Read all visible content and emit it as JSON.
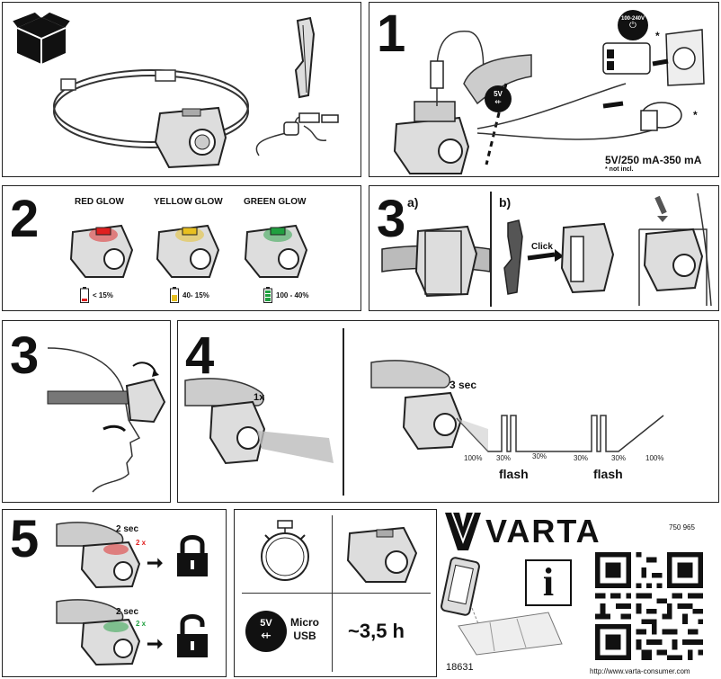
{
  "step1": {
    "number": "1",
    "voltage_label": "5V",
    "mains_label": "100-240V",
    "spec_text": "5V/250 mA-350 mA",
    "not_included": "* not incl.",
    "asterisk": "*"
  },
  "step2": {
    "number": "2",
    "levels": [
      {
        "title": "RED GLOW",
        "range": "< 15%",
        "color": "#e02020"
      },
      {
        "title": "YELLOW GLOW",
        "range": "40- 15%",
        "color": "#e8c020"
      },
      {
        "title": "GREEN GLOW",
        "range": "100 - 40%",
        "color": "#20a040"
      }
    ]
  },
  "step3a": {
    "number": "3",
    "a_label": "a)",
    "b_label": "b)",
    "click_label": "Click"
  },
  "step3b": {
    "number": "3"
  },
  "step4": {
    "number": "4",
    "press_label": "1x",
    "hold_label": "3 sec",
    "graph_labels": [
      "100%",
      "30%",
      "30%",
      "30%",
      "30%",
      "100%"
    ],
    "flash_label": "flash"
  },
  "step5": {
    "number": "5",
    "lock": {
      "time": "2 sec",
      "count": "2 x",
      "color": "#e02020"
    },
    "unlock": {
      "time": "2 sec",
      "count": "2 x",
      "color": "#20a040"
    }
  },
  "info": {
    "usb_voltage": "5V",
    "usb_type": "Micro\nUSB",
    "runtime": "~3,5 h"
  },
  "brand": {
    "name": "VARTA",
    "code": "750 965",
    "doc_number": "18631",
    "url": "http://www.varta-consumer.com",
    "info_glyph": "i"
  }
}
